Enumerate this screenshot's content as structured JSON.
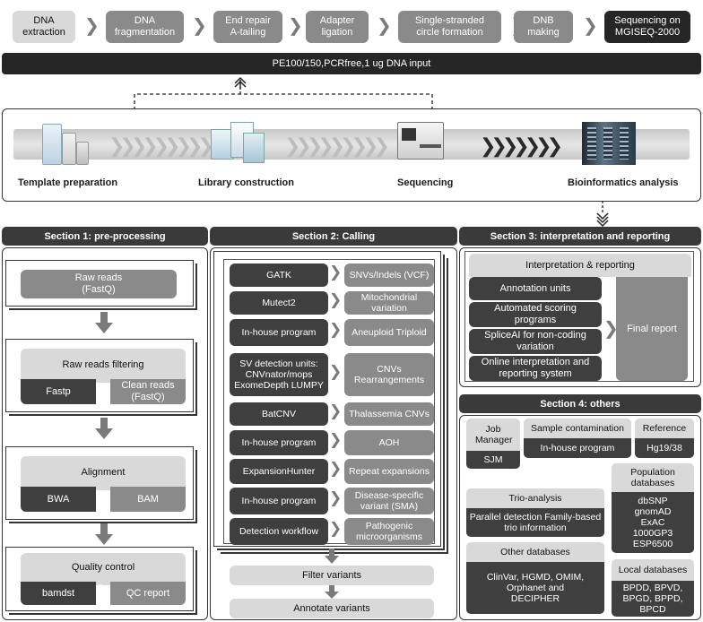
{
  "workflow": {
    "steps": [
      "DNA extraction",
      "DNA fragmentation",
      "End repair A-tailing",
      "Adapter ligation",
      "Single-stranded circle formation",
      "DNB making",
      "Sequencing on MGISEQ-2000"
    ],
    "spec": "PE100/150,PCRfree,1 ug DNA input"
  },
  "pipeline": {
    "stages": [
      "Template preparation",
      "Library construction",
      "Sequencing",
      "Bioinformatics analysis"
    ]
  },
  "section1": {
    "title": "Section 1: pre-processing",
    "raw_reads": "Raw reads (FastQ)",
    "filtering": {
      "title": "Raw reads filtering",
      "tool": "Fastp",
      "output": "Clean reads (FastQ)"
    },
    "alignment": {
      "title": "Alignment",
      "tool": "BWA",
      "output": "BAM"
    },
    "qc": {
      "title": "Quality control",
      "tool": "bamdst",
      "output": "QC report"
    }
  },
  "section2": {
    "title": "Section 2: Calling",
    "rows": [
      {
        "tool": "GATK",
        "output": "SNVs/Indels (VCF)"
      },
      {
        "tool": "Mutect2",
        "output": "Mitochondrial variation"
      },
      {
        "tool": "In-house program",
        "output": "Aneuploid Triploid"
      },
      {
        "tool": "SV detection units: CNVnator/mops ExomeDepth LUMPY",
        "output": "CNVs Rearrangements"
      },
      {
        "tool": "BatCNV",
        "output": "Thalassemia CNVs"
      },
      {
        "tool": "In-house program",
        "output": "AOH"
      },
      {
        "tool": "ExpansionHunter",
        "output": "Repeat expansions"
      },
      {
        "tool": "In-house program",
        "output": "Disease-specific variant (SMA)"
      },
      {
        "tool": "Detection workflow",
        "output": "Pathogenic microorganisms"
      }
    ],
    "filter": "Filter variants",
    "annotate": "Annotate variants"
  },
  "section3": {
    "title": "Section 3: interpretation and reporting",
    "box_title": "Interpretation & reporting",
    "items": [
      "Annotation units",
      "Automated scoring programs",
      "SpliceAI for non-coding variation",
      "Online interpretation and reporting system"
    ],
    "final": "Final report"
  },
  "section4": {
    "title": "Section 4: others",
    "job_manager": {
      "title": "Job Manager",
      "value": "SJM"
    },
    "sample_contamination": {
      "title": "Sample contamination",
      "value": "In-house program"
    },
    "reference": {
      "title": "Reference",
      "value": "Hg19/38"
    },
    "trio": {
      "title": "Trio-analysis",
      "value": "Parallel detection Family-based trio information"
    },
    "population": {
      "title": "Population databases",
      "value": "dbSNP gnomAD ExAC 1000GP3 ESP6500"
    },
    "other_db": {
      "title": "Other databases",
      "value": "ClinVar, HGMD, OMIM, Orphanet and DECIPHER"
    },
    "local_db": {
      "title": "Local databases",
      "value": "BPDD, BPVD, BPGD, BPPD, BPCD"
    }
  }
}
